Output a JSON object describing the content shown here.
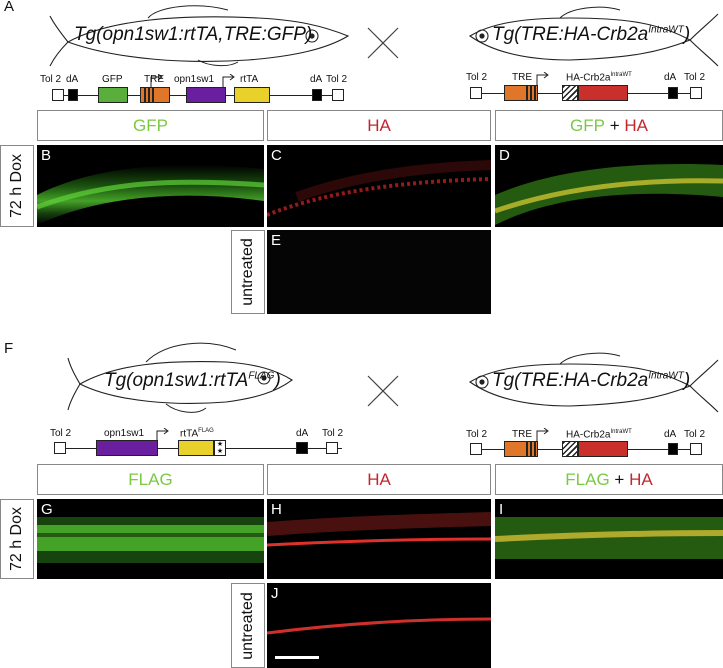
{
  "panels": {
    "A": "A",
    "B": "B",
    "C": "C",
    "D": "D",
    "E": "E",
    "F": "F",
    "G": "G",
    "H": "H",
    "I": "I",
    "J": "J"
  },
  "transgenes": {
    "top_left": {
      "main": "Tg(opn1sw1:rtTA,TRE:GFP)"
    },
    "top_right": {
      "main": "Tg(TRE:HA-Crb2a",
      "sup": "IntraWT",
      "end": ")"
    },
    "bottom_left": {
      "main": "Tg(opn1sw1:rtTA",
      "sup": "FLAG",
      "end": ")"
    },
    "bottom_right": {
      "main": "Tg(TRE:HA-Crb2a",
      "sup": "IntraWT",
      "end": ")"
    }
  },
  "cross_symbol": "×",
  "construct_labels": {
    "tol2": "Tol 2",
    "dA": "dA",
    "gfp": "GFP",
    "tre": "TRE",
    "opn1sw1": "opn1sw1",
    "rttA": "rtTA",
    "ha_crb2a": "HA-Crb2a",
    "intrawt_sup": "IntraWT",
    "flag_sup": "FLAG"
  },
  "headers_top": {
    "col1": "GFP",
    "col2": "HA",
    "col3_a": "GFP",
    "plus": " + ",
    "col3_b": "HA"
  },
  "headers_bottom": {
    "col1": "FLAG",
    "col2": "HA",
    "col3_a": "FLAG",
    "plus": " + ",
    "col3_b": "HA"
  },
  "row_labels": {
    "dox_top": "72 h Dox",
    "untreated_top": "untreated",
    "dox_bottom": "72 h Dox",
    "untreated_bottom": "untreated"
  },
  "colors": {
    "gfp_green": "#7ac943",
    "ha_red": "#c1272d",
    "gfp_box": "#5aaf3c",
    "tre_orange": "#e0762a",
    "opn_purple": "#6a1fa1",
    "rtta_yellow": "#e8d12a",
    "crb_red": "#c9302c"
  }
}
